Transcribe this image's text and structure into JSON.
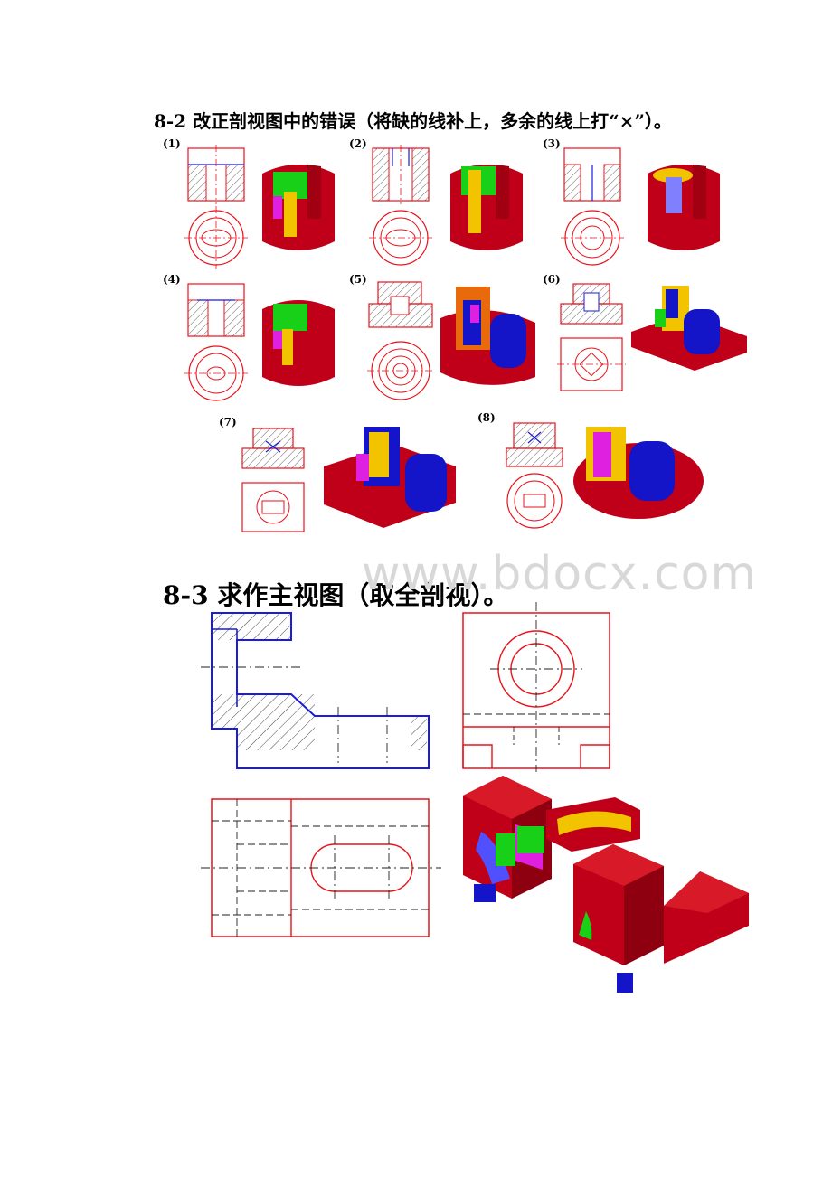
{
  "doc": {
    "section_8_2_title": "8-2 改正剖视图中的错误（将缺的线补上，多余的线上打“×”）。",
    "section_8_3_title": "8-3  求作主视图（取全剖视）。",
    "watermark": "www.bdocx.com",
    "problem_labels": [
      "(1)",
      "(2)",
      "(3)",
      "(4)",
      "(5)",
      "(6)",
      "(7)",
      "(8)"
    ]
  },
  "colors": {
    "drawing_line": "#e8121b",
    "section_line": "#1a1ae0",
    "solid_red": "#c00018",
    "solid_blue": "#1414c8",
    "solid_green": "#18d018",
    "solid_yellow": "#f2c400",
    "solid_magenta": "#e020e0"
  }
}
